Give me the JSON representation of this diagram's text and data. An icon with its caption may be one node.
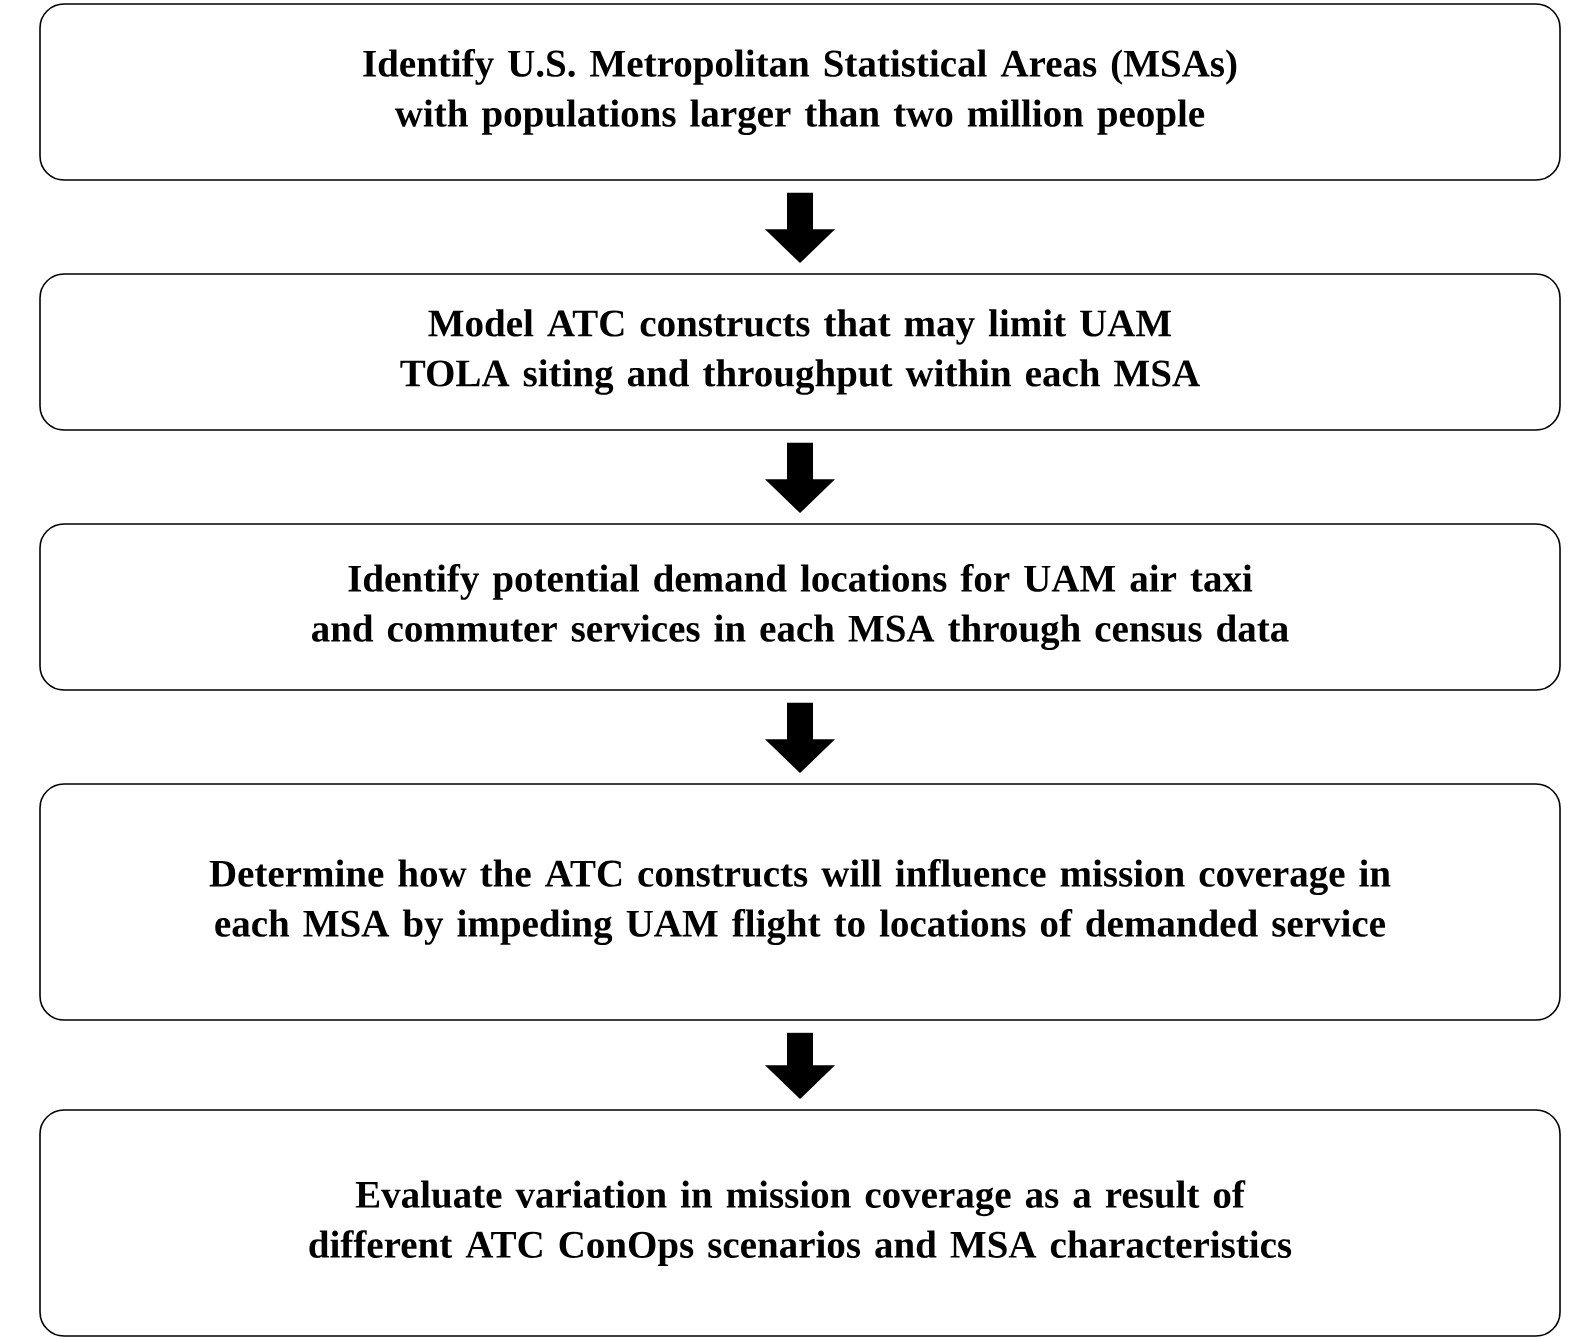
{
  "diagram": {
    "nodes": [
      {
        "text": [
          "Identify U.S. Metropolitan Statistical Areas (MSAs) with populations larger than two million people"
        ]
      },
      {
        "text": [
          "Model ATC constructs that may limit UAM TOLA siting and throughput within each MSA"
        ]
      },
      {
        "text": [
          "Identify potential demand locations for UAM air taxi and commuter services in each MSA through census data"
        ]
      },
      {
        "text": [
          "Determine how the ATC constructs will influence mission coverage in each MSA by impeding UAM flight to locations of demanded service"
        ]
      },
      {
        "text": [
          "Evaluate variation in mission coverage as a result of different ATC ConOps scenarios and MSA characteristics"
        ]
      }
    ],
    "edges": [
      {
        "from": 0,
        "to": 1,
        "arrow": "to"
      },
      {
        "from": 1,
        "to": 2,
        "arrow": "to"
      },
      {
        "from": 2,
        "to": 3,
        "arrow": "to"
      },
      {
        "from": 3,
        "to": 4,
        "arrow": "to"
      }
    ]
  }
}
